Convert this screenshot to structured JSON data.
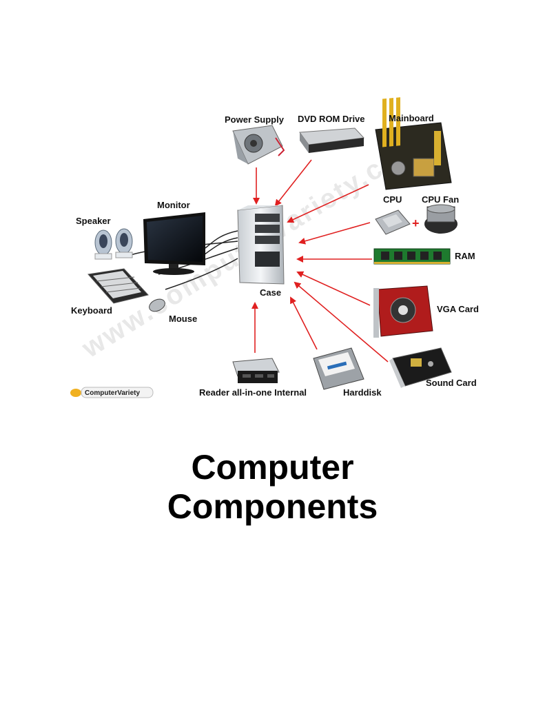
{
  "diagram": {
    "labels": {
      "power_supply": "Power Supply",
      "dvd_rom": "DVD ROM Drive",
      "mainboard": "Mainboard",
      "cpu": "CPU",
      "plus": "+",
      "cpu_fan": "CPU Fan",
      "ram": "RAM",
      "vga_card": "VGA Card",
      "sound_card": "Sound Card",
      "harddisk": "Harddisk",
      "card_reader": "Reader all-in-one Internal",
      "case": "Case",
      "monitor": "Monitor",
      "speaker": "Speaker",
      "keyboard": "Keyboard",
      "mouse": "Mouse"
    },
    "logo_text": "ComputerVariety",
    "watermark": "www.computervariety.com",
    "arrow_color": "#e02020"
  },
  "title": {
    "line1": "Computer",
    "line2": "Components"
  }
}
